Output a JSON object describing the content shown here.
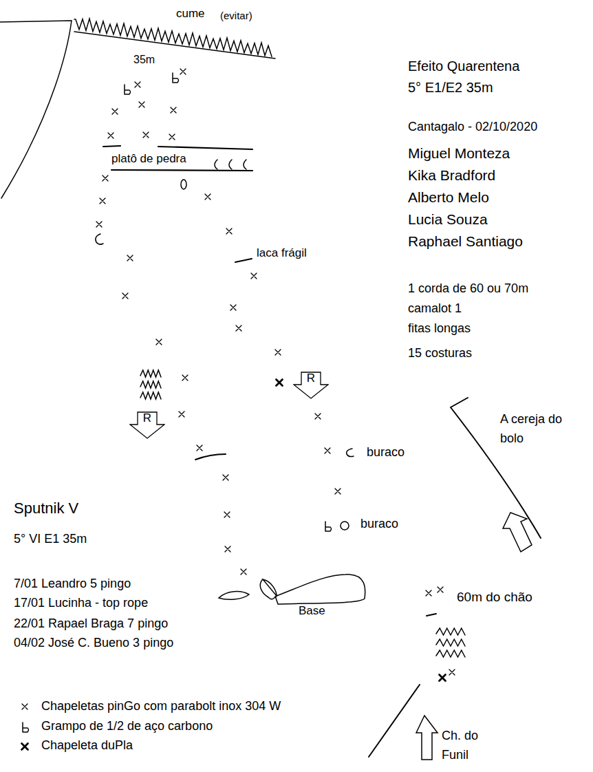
{
  "diagram": {
    "nodes": [
      {
        "text": [
          "platô de pedra"
        ]
      },
      {
        "text": [
          "R"
        ]
      },
      {
        "text": [
          "R"
        ]
      },
      {
        "text": [
          "Base"
        ]
      }
    ],
    "labels": [
      "cume",
      "(evitar)",
      "35m",
      "laca frágil",
      "buraco",
      "buraco",
      "Efeito Quarentena",
      "5° E1/E2 35m",
      "Cantagalo - 02/10/2020",
      "Miguel Monteza",
      "Kika Bradford",
      "Alberto Melo",
      "Lucia Souza",
      "Raphael Santiago",
      "1 corda de 60 ou 70m",
      "camalot 1",
      "fitas longas",
      "15 costuras",
      "A cereja do bolo",
      "60m do chão",
      "Ch. do Funil",
      "Sputnik V",
      "5° VI E1 35m",
      "7/01 Leandro 5 pingo",
      "17/01 Lucinha - top rope",
      "22/01 Rapael Braga 7 pingo",
      "04/02 José C. Bueno 3 pingo"
    ],
    "legend": [
      {
        "text": "Chapeletas pinGo com parabolt inox 304 W"
      },
      {
        "text": "Grampo de 1/2 de aço carbono"
      },
      {
        "text": "Chapeleta duPla"
      }
    ]
  }
}
